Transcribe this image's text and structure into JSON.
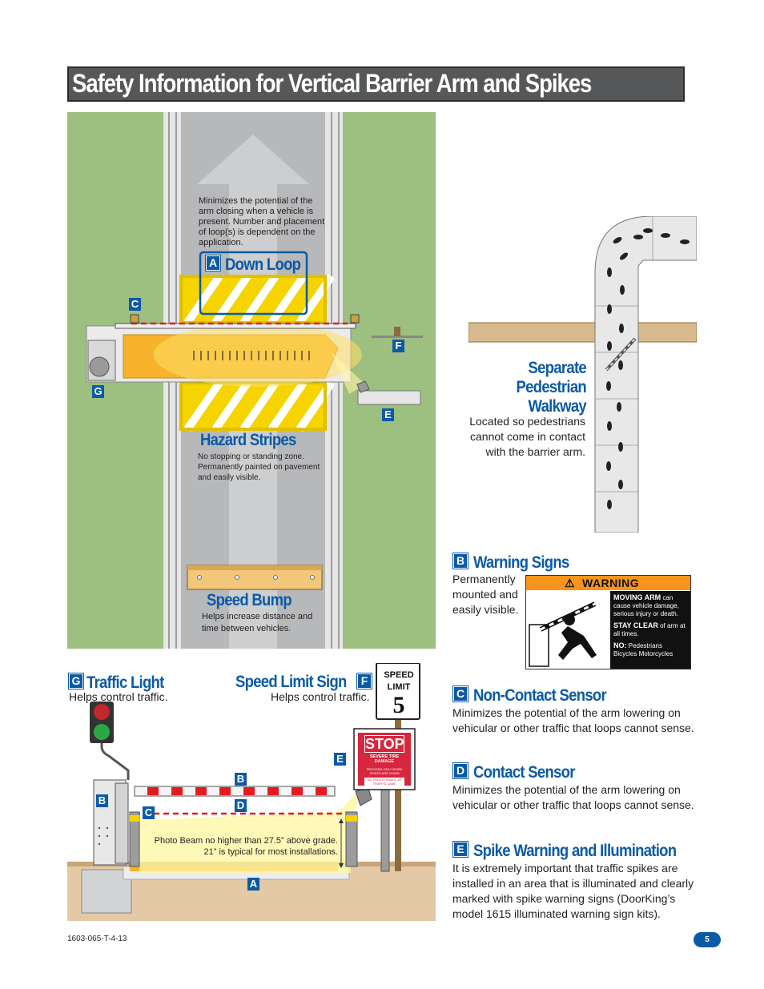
{
  "title": "Safety Information for Vertical Barrier Arm and Spikes",
  "top_diagram": {
    "down_loop": {
      "letter": "A",
      "label": "Down Loop",
      "desc": "Minimizes the potential of the arm closing when a vehicle is present. Number and placement of loop(s) is dependent on the application."
    },
    "hazard_stripes": {
      "label": "Hazard Stripes",
      "desc": "No stopping or standing zone. Permanently painted on pavement and easily visible."
    },
    "speed_bump": {
      "label": "Speed Bump",
      "desc": "Helps increase distance and time between vehicles."
    },
    "tags": {
      "c": "C",
      "f": "F",
      "g": "G",
      "e": "E"
    }
  },
  "walkway": {
    "label_line1": "Separate",
    "label_line2": "Pedestrian",
    "label_line3": "Walkway",
    "desc": "Located so pedestrians cannot come in contact with the barrier arm."
  },
  "warning_signs": {
    "letter": "B",
    "label": "Warning Signs",
    "desc": "Permanently mounted and easily visible.",
    "sign": {
      "header": "WARNING",
      "l1": "MOVING ARM",
      "l1b": " can cause vehicle damage, serious injury or death.",
      "l2": "STAY CLEAR",
      "l2b": " of arm at all times.",
      "no": "NO:",
      "no_items": "Pedestrians Bicycles Motorcycles"
    }
  },
  "traffic_light": {
    "letter": "G",
    "label": "Traffic Light",
    "desc": "Helps control traffic."
  },
  "speed_limit": {
    "letter": "F",
    "label": "Speed Limit Sign",
    "desc": "Helps control traffic.",
    "sign_top": "SPEED",
    "sign_mid": "LIMIT",
    "sign_num": "5"
  },
  "stop_sign": {
    "stop": "STOP",
    "line1": "SEVERE TIRE",
    "line2": "DAMAGE",
    "line3": "PROCEED ONLY WHEN SPIKES ARE DOWN",
    "line4": "NO PEDESTRIANS OR TRAFFIC LANE"
  },
  "side_diagram": {
    "photo_beam": "Photo Beam no higher than 27.5” above grade. 21” is typical for most installations.",
    "tags": {
      "b1": "B",
      "b2": "B",
      "c": "C",
      "d": "D",
      "e": "E",
      "a": "A"
    }
  },
  "non_contact": {
    "letter": "C",
    "label": "Non-Contact Sensor",
    "desc": "Minimizes the potential of the arm lowering on vehicular or other traffic that loops cannot sense."
  },
  "contact": {
    "letter": "D",
    "label": "Contact Sensor",
    "desc": "Minimizes the potential of the arm lowering on vehicular or other traffic that loops cannot sense."
  },
  "spike": {
    "letter": "E",
    "label": "Spike Warning and Illumination",
    "desc": "It is extremely important that traffic spikes are installed in an area that is illuminated and clearly marked with spike warning signs (DoorKing’s model 1615 illuminated warning sign kits)."
  },
  "footer": {
    "code": "1603-065-T-4-13",
    "page": "5"
  },
  "colors": {
    "accent": "#0b5aa6",
    "grass": "#9dbf7f",
    "road": "#b7b8ba",
    "hazard": "#f5d400",
    "warning_orange": "#f7941d",
    "stop_red": "#d7263d"
  }
}
